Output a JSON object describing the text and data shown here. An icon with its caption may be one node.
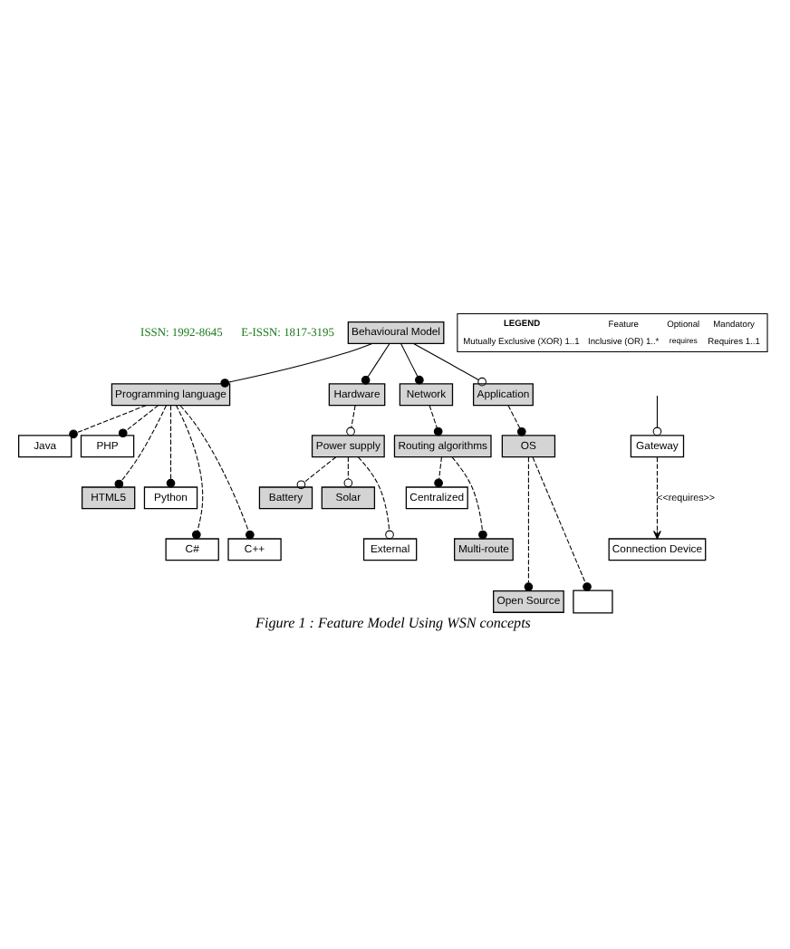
{
  "diagram": {
    "caption": "Figure 1 : Feature Model Using WSN concepts",
    "nodes": [
      {
        "text": [
          "Behavioural Model"
        ]
      },
      {
        "text": [
          "Programming language"
        ]
      },
      {
        "text": [
          "Hardware"
        ]
      },
      {
        "text": [
          "Network"
        ]
      },
      {
        "text": [
          "Application"
        ]
      },
      {
        "text": [
          "Routing algorithms"
        ]
      },
      {
        "text": [
          "Power supply"
        ]
      },
      {
        "text": [
          "Gateway"
        ]
      },
      {
        "text": [
          "OS"
        ]
      },
      {
        "text": [
          "Java"
        ]
      },
      {
        "text": [
          "PHP"
        ]
      },
      {
        "text": [
          "Centralized"
        ]
      },
      {
        "text": [
          "HTML5"
        ]
      },
      {
        "text": [
          "Battery"
        ]
      },
      {
        "text": [
          "Solar"
        ]
      },
      {
        "text": [
          "Multi-route"
        ]
      },
      {
        "text": [
          "Python"
        ]
      },
      {
        "text": [
          "C#"
        ]
      },
      {
        "text": [
          "C++"
        ]
      },
      {
        "text": [
          "External"
        ]
      },
      {
        "text": [
          "Connection Device"
        ]
      },
      {
        "text": [
          "Open Source"
        ]
      },
      {
        "text": [],
        "shape": "box"
      }
    ],
    "edges": [
      {
        "from": 0,
        "to": 1,
        "arrow": "other"
      },
      {
        "from": 0,
        "to": 2,
        "arrow": "other"
      },
      {
        "from": 0,
        "to": 3,
        "arrow": "other"
      },
      {
        "from": 0,
        "to": 4,
        "arrow": "other"
      },
      {
        "from": 1,
        "to": 10,
        "arrow": "other",
        "style": "dashed"
      },
      {
        "from": 1,
        "to": 16,
        "arrow": "other",
        "style": "dashed"
      },
      {
        "from": 1,
        "to": 17,
        "arrow": "other",
        "style": "dashed"
      },
      {
        "from": 1,
        "to": 12,
        "arrow": "other",
        "style": "dashed"
      },
      {
        "from": 1,
        "to": 9,
        "arrow": "other",
        "style": "dashed"
      },
      {
        "from": 1,
        "to": 18,
        "arrow": "other",
        "style": "dashed"
      },
      {
        "from": 2,
        "to": 6,
        "arrow": "other",
        "style": "dashed"
      },
      {
        "from": 6,
        "to": 13,
        "arrow": "other",
        "style": "dashed"
      },
      {
        "from": 6,
        "to": 14,
        "arrow": "other",
        "style": "dashed"
      },
      {
        "from": 6,
        "to": 19,
        "arrow": "other",
        "style": "dashed"
      },
      {
        "from": null,
        "to": 7,
        "arrow": "other"
      },
      {
        "from": 7,
        "to": 20,
        "arrow": "to",
        "style": "dashed",
        "label": "<<requires>>"
      },
      {
        "from": 3,
        "to": 5,
        "arrow": "other",
        "style": "dashed"
      },
      {
        "from": 5,
        "to": 11,
        "arrow": "other",
        "style": "dashed"
      },
      {
        "from": 5,
        "to": 15,
        "arrow": "other",
        "style": "dashed"
      },
      {
        "from": 4,
        "to": 8,
        "arrow": "other",
        "style": "dashed"
      },
      {
        "from": 8,
        "to": 21,
        "arrow": "other",
        "style": "dashed"
      },
      {
        "from": 8,
        "to": 22,
        "arrow": "other",
        "style": "dashed"
      }
    ],
    "labels": [
      "ISSN: 1992-8645",
      "E-ISSN: 1817-3195",
      "LEGEND",
      "requires"
    ],
    "legend": [
      {
        "text": "Feature"
      },
      {
        "text": "Optional"
      },
      {
        "text": "Mandatory"
      },
      {
        "text": "Mutually Exclusive (XOR) 1..1"
      },
      {
        "text": "Inclusive (OR) 1..*"
      },
      {
        "text": "Requires 1..1"
      }
    ]
  }
}
